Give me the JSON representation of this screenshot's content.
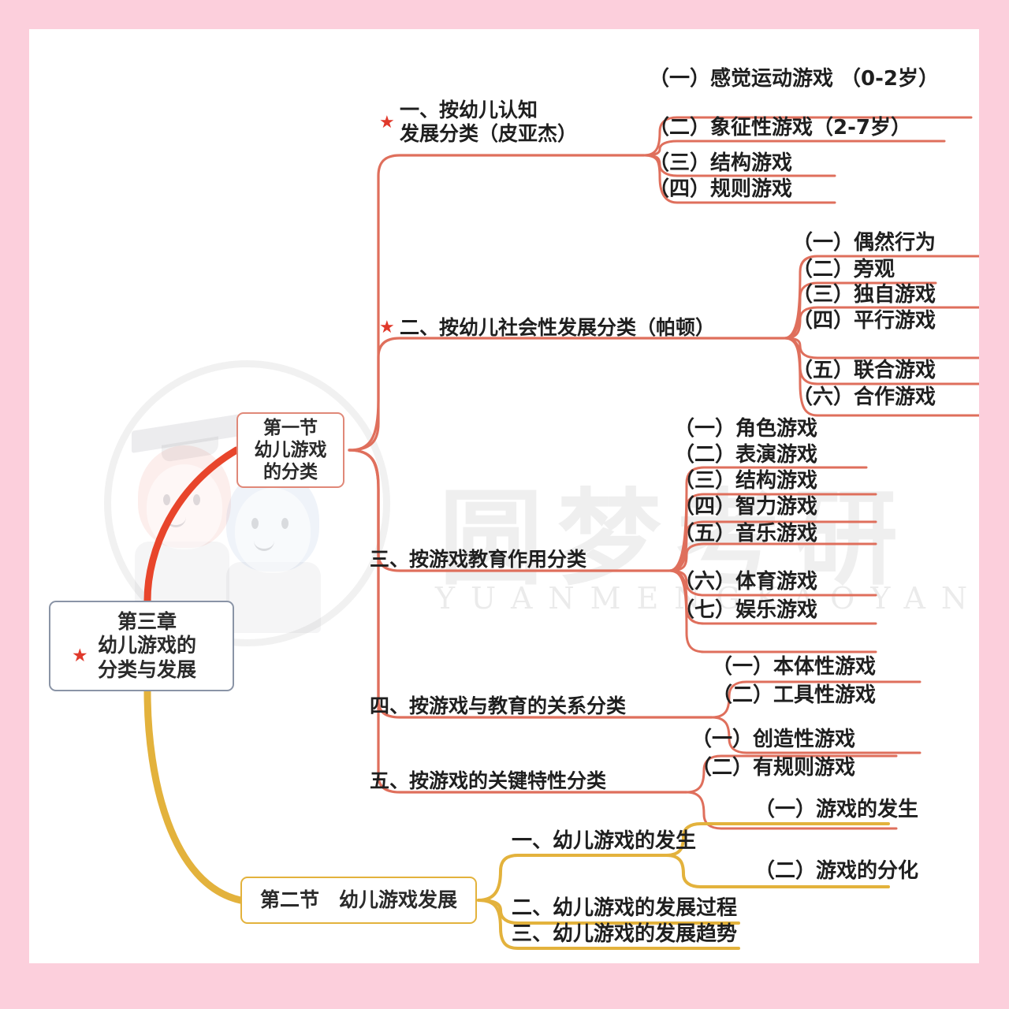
{
  "page": {
    "border_color": "#FCCFDC",
    "canvas_color": "#FFFFFF",
    "branch_red": "#DF6F5C",
    "branch_orange": "#E8452B",
    "branch_yellow": "#E3B23C",
    "star_color": "#E0392B"
  },
  "watermark": {
    "chinese": "圆梦考研",
    "english": "YUANMENGKAOYAN"
  },
  "root": {
    "label": "第三章\n幼儿游戏的\n分类与发展",
    "star": "★",
    "border_color": "#8A94A6"
  },
  "sections": [
    {
      "id": "section-1",
      "label": "第一节\n幼儿游戏\n的分类",
      "color": "#DF6F5C",
      "branches": [
        {
          "id": "branch-1",
          "star": "★",
          "label": "一、按幼儿认知\n发展分类（皮亚杰）",
          "children": [
            {
              "label": "（一）感觉运动游戏 （0-2岁）"
            },
            {
              "label": "（二）象征性游戏（2-7岁）"
            },
            {
              "label": "（三）结构游戏"
            },
            {
              "label": "（四）规则游戏"
            }
          ]
        },
        {
          "id": "branch-2",
          "star": "★",
          "label": "二、按幼儿社会性发展分类（帕顿）",
          "children": [
            {
              "label": "（一）偶然行为"
            },
            {
              "label": "（二）旁观"
            },
            {
              "label": "（三）独自游戏"
            },
            {
              "label": "（四）平行游戏"
            },
            {
              "label": "（五）联合游戏"
            },
            {
              "label": "（六）合作游戏"
            }
          ]
        },
        {
          "id": "branch-3",
          "star": "",
          "label": "三、按游戏教育作用分类",
          "children": [
            {
              "label": "（一）角色游戏"
            },
            {
              "label": "（二）表演游戏"
            },
            {
              "label": "（三）结构游戏"
            },
            {
              "label": "（四）智力游戏"
            },
            {
              "label": "（五）音乐游戏"
            },
            {
              "label": "（六）体育游戏"
            },
            {
              "label": "（七）娱乐游戏"
            }
          ]
        },
        {
          "id": "branch-4",
          "star": "",
          "label": "四、按游戏与教育的关系分类",
          "children": [
            {
              "label": "（一）本体性游戏"
            },
            {
              "label": "（二）工具性游戏"
            }
          ]
        },
        {
          "id": "branch-5",
          "star": "",
          "label": "五、按游戏的关键特性分类",
          "children": [
            {
              "label": "（一）创造性游戏"
            },
            {
              "label": "（二）有规则游戏"
            }
          ]
        }
      ]
    },
    {
      "id": "section-2",
      "label": "第二节　幼儿游戏发展",
      "color": "#E3B23C",
      "branches": [
        {
          "id": "branch-2-1",
          "star": "",
          "label": "一、幼儿游戏的发生",
          "children": [
            {
              "label": "（一）游戏的发生"
            },
            {
              "label": "（二）游戏的分化"
            }
          ]
        },
        {
          "id": "branch-2-2",
          "star": "",
          "label": "二、幼儿游戏的发展过程",
          "children": []
        },
        {
          "id": "branch-2-3",
          "star": "",
          "label": "三、幼儿游戏的发展趋势",
          "children": []
        }
      ]
    }
  ]
}
